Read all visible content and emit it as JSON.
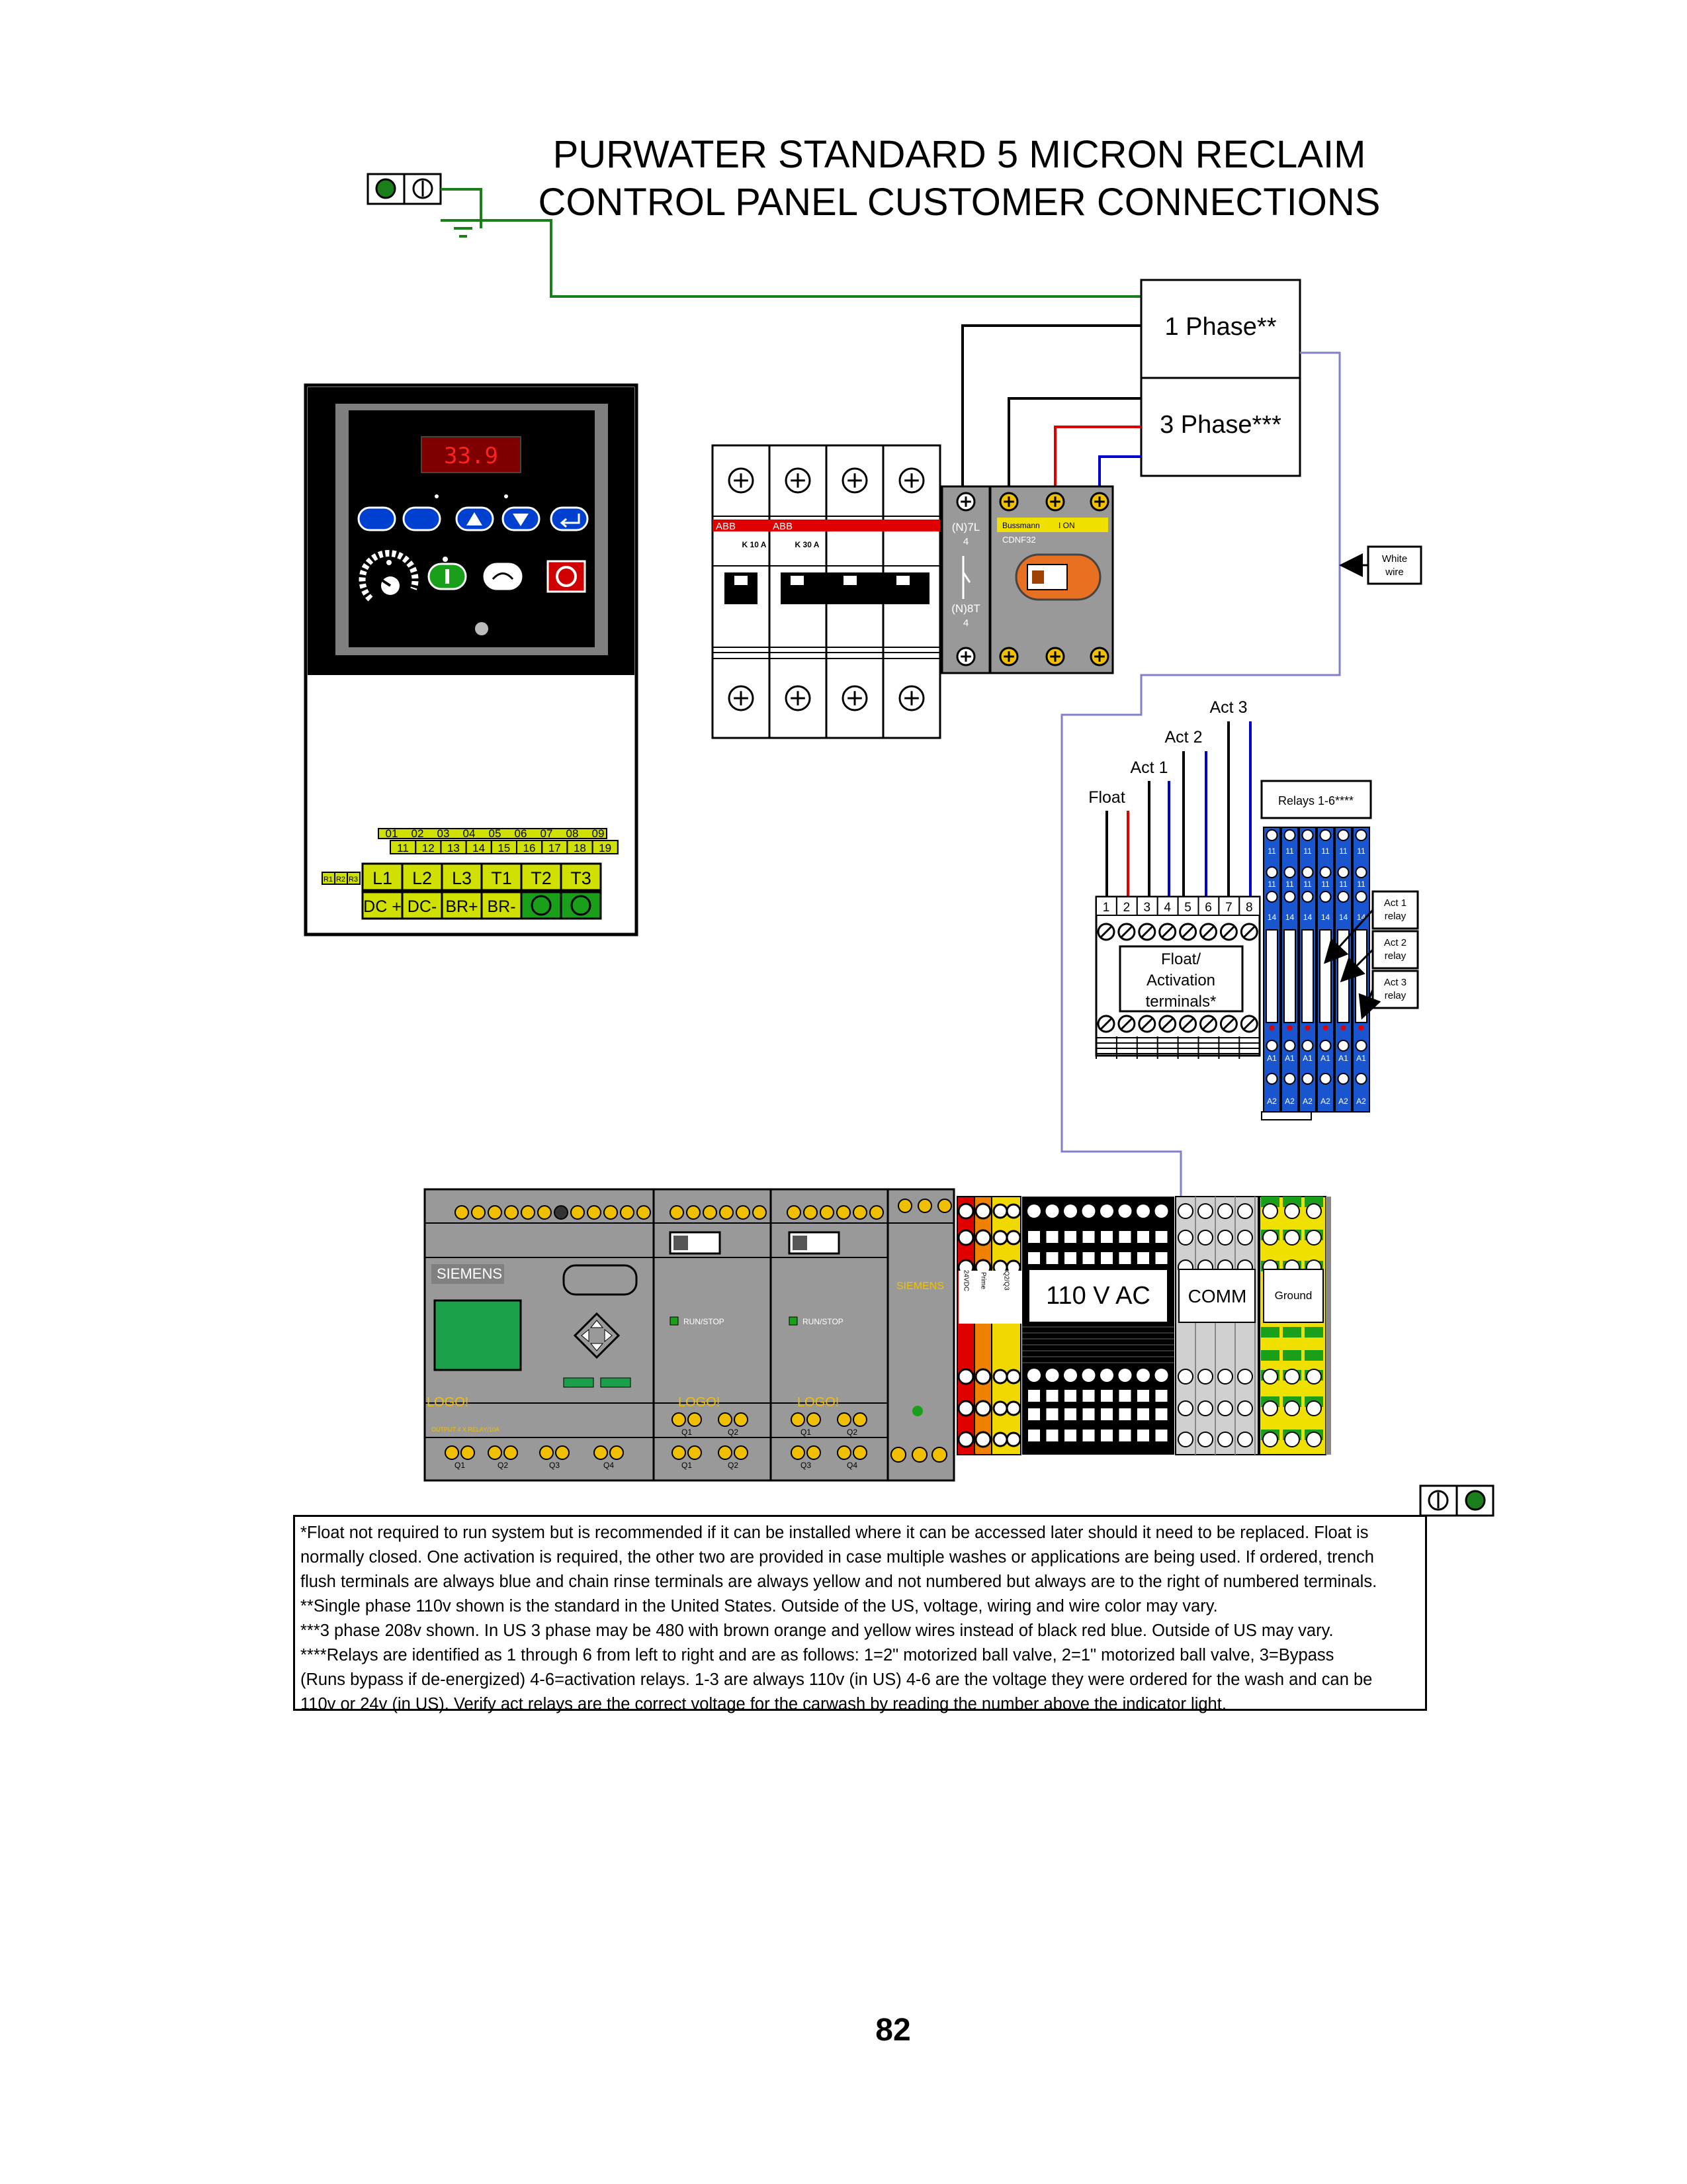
{
  "title": {
    "line1": "PURWATER STANDARD 5 MICRON RECLAIM",
    "line2": "CONTROL PANEL CUSTOMER CONNECTIONS"
  },
  "power": {
    "single": "1 Phase**",
    "three": "3 Phase***"
  },
  "white_wire": {
    "line1": "White",
    "line2": "wire"
  },
  "vfd": {
    "display": "33.9",
    "top_terminals": [
      "01",
      "02",
      "03",
      "04",
      "05",
      "06",
      "07",
      "08",
      "09"
    ],
    "bottom_terminals": [
      "11",
      "12",
      "13",
      "14",
      "15",
      "16",
      "17",
      "18",
      "19"
    ],
    "small_terminals": [
      "R1",
      "R2",
      "R3"
    ],
    "line_terminals": [
      "L1",
      "L2",
      "L3",
      "T1",
      "T2",
      "T3"
    ],
    "dc_terminals": [
      "DC +",
      "DC-",
      "BR+",
      "BR-"
    ]
  },
  "breaker": {
    "brand": "ABB",
    "rating1": "K 10 A",
    "rating2": "K 30 A"
  },
  "switch": {
    "top_label": "(N)7L",
    "top_num": "4",
    "bottom_label": "(N)8T",
    "bottom_num": "4",
    "brand": "Bussmann",
    "on_label": "I ON",
    "model": "CDNF32"
  },
  "activation": {
    "labels": {
      "float": "Float",
      "act1": "Act 1",
      "act2": "Act 2",
      "act3": "Act 3"
    },
    "terminal_numbers": [
      "1",
      "2",
      "3",
      "4",
      "5",
      "6",
      "7",
      "8"
    ],
    "box_label": {
      "l1": "Float/",
      "l2": "Activation",
      "l3": "terminals*"
    }
  },
  "relays": {
    "title": "Relays 1-6****",
    "top_num": "11",
    "mid_num": "14",
    "a1": "A1",
    "a2": "A2",
    "callouts": [
      {
        "l1": "Act 1",
        "l2": "relay"
      },
      {
        "l1": "Act 2",
        "l2": "relay"
      },
      {
        "l1": "Act 3",
        "l2": "relay"
      }
    ]
  },
  "plc": {
    "brand": "SIEMENS",
    "logo": "LOGO!",
    "run_stop": "RUN/STOP",
    "output_text": "OUTPUT 4 X RELAY/10A",
    "outputs": [
      "Q1",
      "Q2",
      "Q3",
      "Q4"
    ],
    "ps_brand": "SIEMENS"
  },
  "terminal_strip": {
    "red_label": "24VDC",
    "orange_label": "Prime",
    "yellow_label": "Q2/Q3",
    "black_label": "110 V AC",
    "comm_label": "COMM",
    "ground_label": "Ground"
  },
  "notes": [
    "*Float not required to run system but is recommended if it can be installed where it can be accessed later should it need to be replaced.  Float is",
    "normally closed.  One activation is required, the other two are provided in case multiple washes or applications are being used.  If ordered, trench",
    "flush terminals are always blue and chain rinse terminals are always yellow and not numbered but always are to the right of numbered terminals.",
    "**Single phase 110v shown is the standard in the United States.  Outside of the US, voltage, wiring and wire color may vary.",
    "***3 phase 208v shown.  In US 3 phase may be 480 with brown orange and yellow wires instead of black red blue.  Outside of US may vary.",
    "****Relays are identified as 1 through 6 from left to right and are as follows: 1=2\" motorized ball valve, 2=1\" motorized ball valve, 3=Bypass",
    "(Runs bypass if de-energized) 4-6=activation relays.  1-3 are always 110v (in US) 4-6 are the voltage they were ordered for the wash and can be",
    "110v or 24v (in US).  Verify act relays are the correct voltage for the carwash by reading the number above the indicator light."
  ],
  "page_number": "82"
}
